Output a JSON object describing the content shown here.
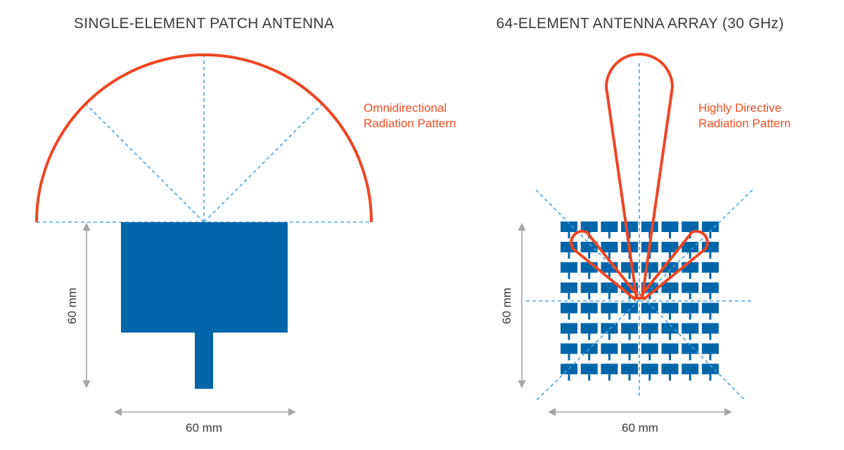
{
  "left": {
    "title": "SINGLE-ELEMENT PATCH ANTENNA",
    "pattern_label_line1": "Omnidirectional",
    "pattern_label_line2": "Radiation Pattern",
    "height_label": "60 mm",
    "width_label": "60 mm"
  },
  "right": {
    "title": "64-ELEMENT ANTENNA ARRAY  (30 GHz)",
    "pattern_label_line1": "Highly Directive",
    "pattern_label_line2": "Radiation Pattern",
    "height_label": "60 mm",
    "width_label": "60 mm",
    "array_rows": 8,
    "array_cols": 8
  },
  "colors": {
    "antenna": "#0066aa",
    "pattern": "#ee4523",
    "guide": "#4ea3dc",
    "dimension": "#a6a6a6"
  }
}
